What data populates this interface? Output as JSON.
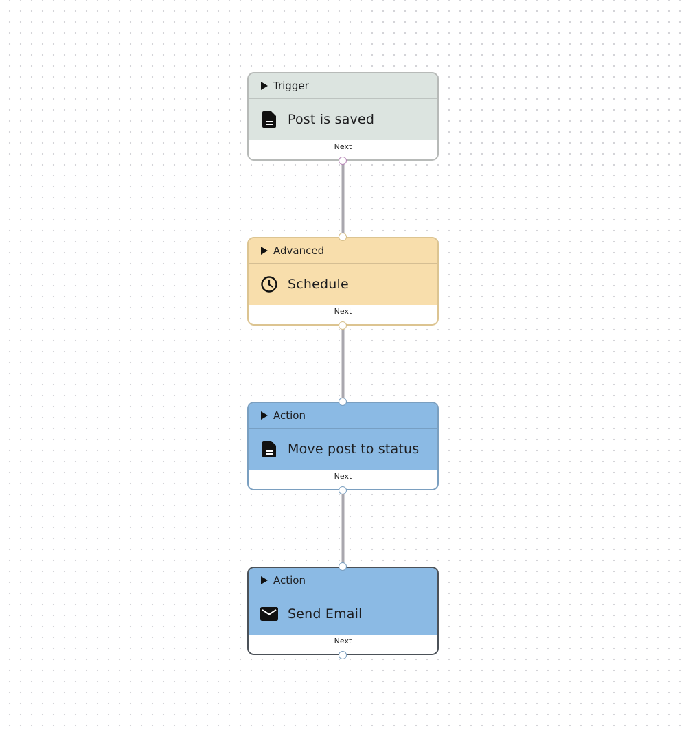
{
  "nodes": [
    {
      "category": "Trigger",
      "title": "Post is saved",
      "footer": "Next",
      "icon": "document-icon",
      "header_color": "#dce4e0",
      "border_color": "#b7bab8",
      "port_color": "#b888b8",
      "has_input": false
    },
    {
      "category": "Advanced",
      "title": "Schedule",
      "footer": "Next",
      "icon": "clock-icon",
      "header_color": "#f8deac",
      "border_color": "#dcc491",
      "port_color": "#d6bf8a",
      "has_input": true
    },
    {
      "category": "Action",
      "title": "Move post to status",
      "footer": "Next",
      "icon": "document-icon",
      "header_color": "#8bbae4",
      "border_color": "#7a9fc0",
      "port_color": "#7a9fc0",
      "has_input": true
    },
    {
      "category": "Action",
      "title": "Send Email",
      "footer": "Next",
      "icon": "envelope-icon",
      "header_color": "#8bbae4",
      "border_color": "#4b5158",
      "port_color": "#7a9fc0",
      "has_input": true
    }
  ],
  "edge_color": "#a9a7ae"
}
